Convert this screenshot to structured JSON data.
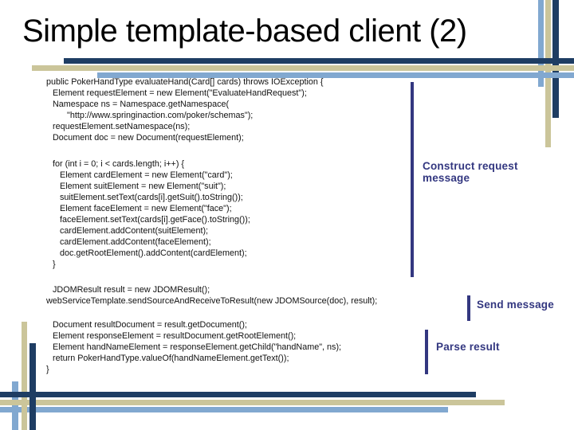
{
  "title": "Simple template-based client (2)",
  "code_blocks": [
    {
      "purpose": "construct-request-message",
      "lines": [
        {
          "text": "public PokerHandType evaluateHand(Card[] cards) throws IOException {",
          "indent": 0
        },
        {
          "text": "Element requestElement = new Element(\"EvaluateHandRequest\");",
          "indent": 1
        },
        {
          "text": "Namespace ns = Namespace.getNamespace(",
          "indent": 1
        },
        {
          "text": "\"http://www.springinaction.com/poker/schemas\");",
          "indent": 3
        },
        {
          "text": "requestElement.setNamespace(ns);",
          "indent": 1
        },
        {
          "text": "Document doc = new Document(requestElement);",
          "indent": 1
        }
      ]
    },
    {
      "purpose": "build-card-elements-loop",
      "lines": [
        {
          "text": "for (int i = 0; i < cards.length; i++) {",
          "indent": 1
        },
        {
          "text": "Element cardElement = new Element(\"card\");",
          "indent": 2
        },
        {
          "text": "Element suitElement = new Element(\"suit\");",
          "indent": 2
        },
        {
          "text": "suitElement.setText(cards[i].getSuit().toString());",
          "indent": 2
        },
        {
          "text": "Element faceElement = new Element(\"face\");",
          "indent": 2
        },
        {
          "text": "faceElement.setText(cards[i].getFace().toString());",
          "indent": 2
        },
        {
          "text": "cardElement.addContent(suitElement);",
          "indent": 2
        },
        {
          "text": "cardElement.addContent(faceElement);",
          "indent": 2
        },
        {
          "text": "doc.getRootElement().addContent(cardElement);",
          "indent": 2
        },
        {
          "text": "}",
          "indent": 1
        }
      ]
    },
    {
      "purpose": "send-message",
      "lines": [
        {
          "text": "JDOMResult result = new JDOMResult();",
          "indent": 1
        },
        {
          "text": "webServiceTemplate.sendSourceAndReceiveToResult(new JDOMSource(doc), result);",
          "indent": 0
        }
      ]
    },
    {
      "purpose": "parse-result",
      "lines": [
        {
          "text": "Document resultDocument = result.getDocument();",
          "indent": 1
        },
        {
          "text": "Element responseElement = resultDocument.getRootElement();",
          "indent": 1
        },
        {
          "text": "Element handNameElement = responseElement.getChild(\"handName\", ns);",
          "indent": 1
        },
        {
          "text": "return PokerHandType.valueOf(handNameElement.getText());",
          "indent": 1
        },
        {
          "text": "}",
          "indent": 0
        }
      ]
    }
  ],
  "annotations": [
    {
      "id": "construct",
      "text": "Construct request message"
    },
    {
      "id": "send",
      "text": "Send message"
    },
    {
      "id": "parse",
      "text": "Parse result"
    }
  ],
  "colors": {
    "navy": "#1E3D63",
    "tan": "#CBC59A",
    "light_blue": "#81A8D0",
    "indigo": "#333780",
    "title": "#000000",
    "code": "#111111"
  }
}
